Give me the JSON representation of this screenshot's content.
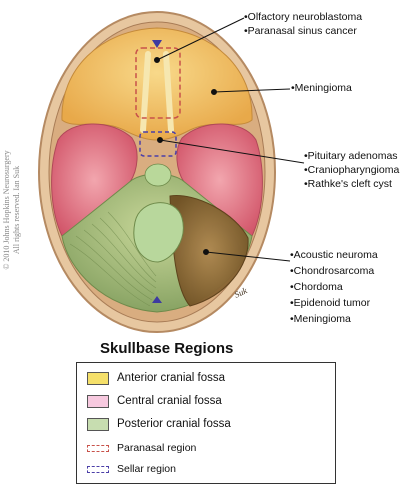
{
  "labels": {
    "olfactory": "•Olfactory neuroblastoma",
    "paranasal": "•Paranasal sinus cancer",
    "meningioma_ant": "•Meningioma",
    "pituitary": "•Pituitary adenomas",
    "cranio": "•Craniopharyngioma",
    "rathke": "•Rathke's cleft cyst",
    "acoustic": "•Acoustic neuroma",
    "chondro": "•Chondrosarcoma",
    "chordoma": "•Chordoma",
    "epidenoid": "•Epidenoid tumor",
    "meningioma_post": "•Meningioma"
  },
  "copyright": {
    "line1": "© 2010 Johns Hopkins Neurosurgery",
    "line2": "All rights reserved. Ian Suk"
  },
  "signature": "Suk",
  "legend": {
    "title": "Skullbase Regions",
    "items": [
      {
        "label": "Anterior cranial fossa",
        "color": "#f5e06a",
        "style": "swatch"
      },
      {
        "label": "Central cranial fossa",
        "color": "#f7c9df",
        "style": "swatch"
      },
      {
        "label": "Posterior cranial fossa",
        "color": "#c7ddb0",
        "style": "swatch"
      },
      {
        "label": "Paranasal region",
        "color": "#c8524a",
        "style": "dashed"
      },
      {
        "label": "Sellar region",
        "color": "#4b3fa8",
        "style": "dashed"
      }
    ]
  },
  "colors": {
    "bone": "#e8c9a3",
    "bone_dark": "#c9a07a",
    "anterior": "#f2c45a",
    "middle": "#e57a86",
    "posterior": "#9fb77a",
    "brainstem_patch": "#b5d69a",
    "tumor_region": "#8a6a3a"
  }
}
